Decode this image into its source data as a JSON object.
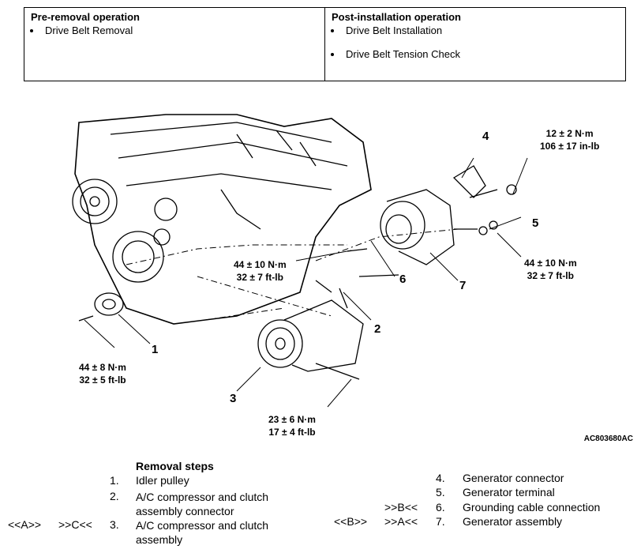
{
  "operations": {
    "pre_title": "Pre-removal operation",
    "pre_items": [
      "Drive Belt Removal"
    ],
    "post_title": "Post-installation operation",
    "post_items": [
      "Drive Belt Installation",
      "Drive Belt Tension Check"
    ]
  },
  "diagram": {
    "torque_1": [
      "44 ± 8 N·m",
      "32 ± 5 ft-lb"
    ],
    "torque_3": [
      "23 ± 6 N·m",
      "17 ± 4 ft-lb"
    ],
    "torque_mid": [
      "44 ± 10 N·m",
      "32 ± 7 ft-lb"
    ],
    "torque_4": [
      "12 ± 2 N·m",
      "106 ± 17 in-lb"
    ],
    "torque_5": [
      "44 ± 10 N·m",
      "32 ± 7 ft-lb"
    ],
    "callouts": [
      "1",
      "2",
      "3",
      "4",
      "5",
      "6",
      "7"
    ],
    "figure_code": "AC803680AC"
  },
  "steps": {
    "title": "Removal steps",
    "left": [
      {
        "mark_left": "",
        "mark_right": "",
        "num": "1.",
        "text": "Idler pulley"
      },
      {
        "mark_left": "",
        "mark_right": "",
        "num": "2.",
        "text": "A/C compressor and clutch\nassembly connector"
      },
      {
        "mark_left": "<<A>>",
        "mark_right": ">>C<<",
        "num": "3.",
        "text": "A/C compressor and clutch\nassembly"
      }
    ],
    "right": [
      {
        "mark_left": "",
        "mark_right": "",
        "num": "4.",
        "text": "Generator connector"
      },
      {
        "mark_left": "",
        "mark_right": "",
        "num": "5.",
        "text": "Generator terminal"
      },
      {
        "mark_left": "",
        "mark_right": ">>B<<",
        "num": "6.",
        "text": "Grounding cable connection"
      },
      {
        "mark_left": "<<B>>",
        "mark_right": ">>A<<",
        "num": "7.",
        "text": "Generator assembly"
      }
    ]
  }
}
